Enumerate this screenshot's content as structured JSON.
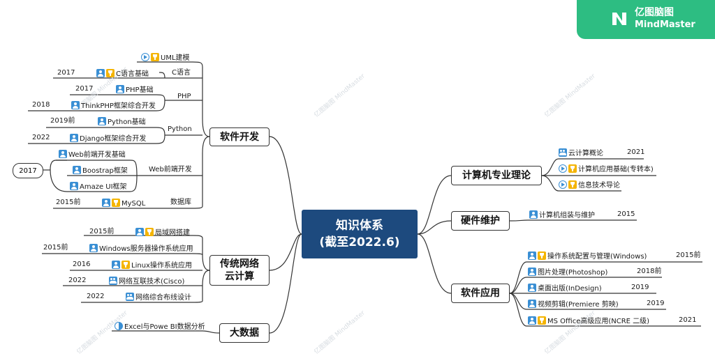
{
  "brand": {
    "name_cn": "亿图脑图",
    "name_en": "MindMaster",
    "color": "#2dbd82"
  },
  "watermark": {
    "cn": "亿图脑图",
    "en": "MindMaster"
  },
  "root": {
    "line1": "知识体系",
    "line2": "(截至2022.6)",
    "color": "#1d4a7e"
  },
  "branches": {
    "software_dev": "软件开发",
    "network_cloud_l1": "传统网络",
    "network_cloud_l2": "云计算",
    "bigdata": "大数据",
    "cs_theory": "计算机专业理论",
    "hardware": "硬件维护",
    "software_app": "软件应用"
  },
  "software_dev": {
    "uml": {
      "label": "UML建模"
    },
    "c_group": "C语言",
    "c_basic": {
      "year": "2017",
      "label": "C语言基础"
    },
    "php_group": "PHP",
    "php_basic": {
      "year": "2017",
      "label": "PHP基础"
    },
    "thinkphp": {
      "year": "2018",
      "label": "ThinkPHP框架综合开发"
    },
    "python_group": "Python",
    "python_basic": {
      "year": "2019前",
      "label": "Python基础"
    },
    "django": {
      "year": "2022",
      "label": "Django框架综合开发"
    },
    "web_group": "Web前端开发",
    "web_year": "2017",
    "web_basic": {
      "label": "Web前端开发基础"
    },
    "bootstrap": {
      "label": "Boostrap框架"
    },
    "amaze": {
      "label": "Amaze UI框架"
    },
    "db_group": "数据库",
    "mysql": {
      "year": "2015前",
      "label": "MySQL"
    }
  },
  "network": {
    "lan": {
      "year": "2015前",
      "label": "局域网搭建"
    },
    "windows": {
      "year": "2015前",
      "label": "Windows服务器操作系统应用"
    },
    "linux": {
      "year": "2016",
      "label": "Linux操作系统应用"
    },
    "cisco": {
      "year": "2022",
      "label": "网络互联技术(Cisco)"
    },
    "cabling": {
      "year": "2022",
      "label": "网络综合布线设计"
    }
  },
  "bigdata": {
    "excel": {
      "label": "Excel与Powe BI数据分析"
    }
  },
  "cs_theory": {
    "overview": {
      "label": "云计算概论",
      "year": "2021"
    },
    "app_basic": {
      "label": "计算机应用基础(专转本)"
    },
    "it_intro": {
      "label": "信息技术导论"
    }
  },
  "hardware": {
    "assembly": {
      "label": "计算机组装与维护",
      "year": "2015"
    }
  },
  "software_app": {
    "os": {
      "label": "操作系统配置与管理(Windows)",
      "year": "2015前"
    },
    "photoshop": {
      "label": "图片处理(Photoshop)",
      "year": "2018前"
    },
    "indesign": {
      "label": "桌面出版(InDesign)",
      "year": "2019"
    },
    "premiere": {
      "label": "视频剪辑(Premiere 剪映)",
      "year": "2019"
    },
    "office": {
      "label": "MS Office高级应用(NCRE 二级)",
      "year": "2021"
    }
  }
}
